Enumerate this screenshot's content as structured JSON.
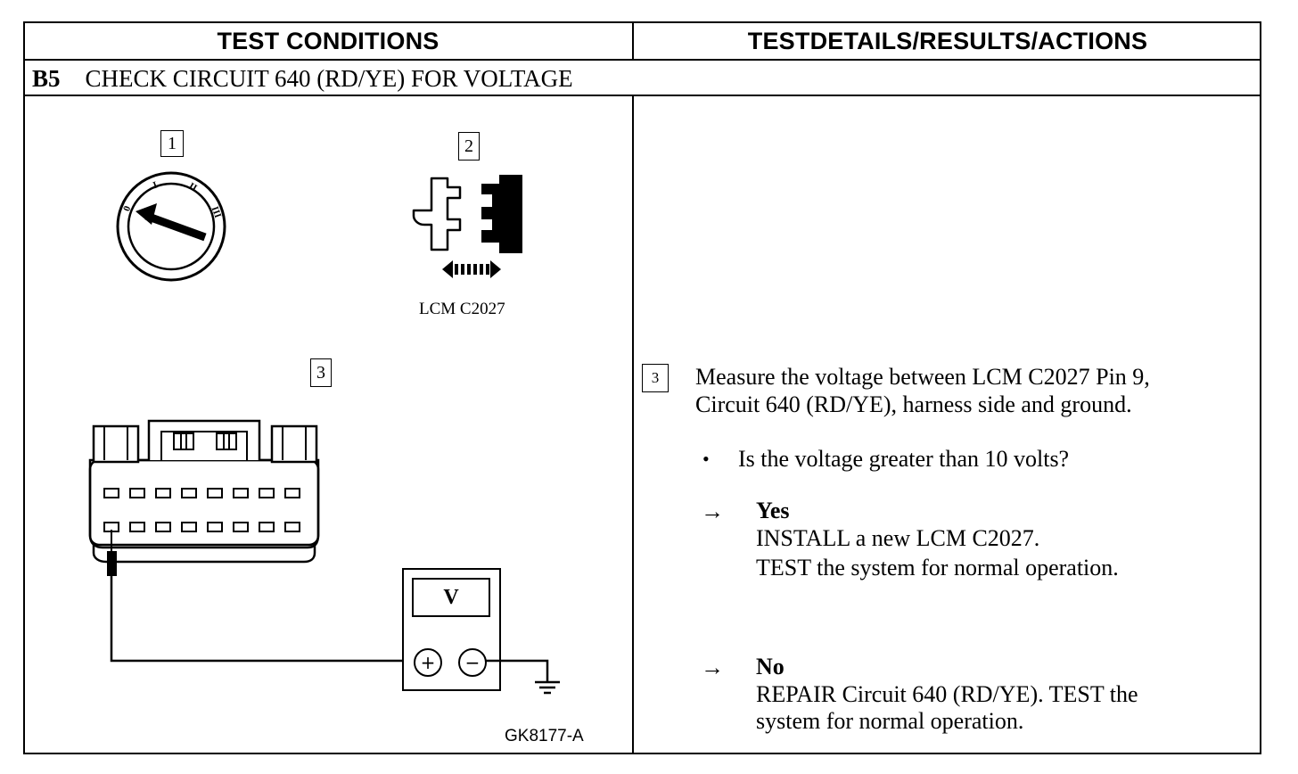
{
  "header": {
    "left": "TEST CONDITIONS",
    "right": "TESTDETAILS/RESULTS/ACTIONS"
  },
  "step": {
    "id": "B5",
    "title": "CHECK CIRCUIT 640 (RD/YE) FOR VOLTAGE"
  },
  "figure": {
    "callouts": [
      "1",
      "2",
      "3"
    ],
    "connector_label": "LCM C2027",
    "meter_symbol": "V",
    "plus_symbol": "+",
    "minus_symbol": "−",
    "figure_id": "GK8177-A",
    "switch_positions": [
      "0",
      "I",
      "II",
      "III"
    ]
  },
  "details": {
    "step_callout": "3",
    "instruction_line1": "Measure the voltage between LCM C2027 Pin 9,",
    "instruction_line2": "Circuit 640 (RD/YE), harness side and ground.",
    "bullet": "•",
    "question": "Is the voltage greater than 10 volts?",
    "arrow": "→",
    "yes": {
      "label": "Yes",
      "line1": "INSTALL a new LCM C2027.",
      "line2": "TEST the system for normal  operation."
    },
    "no": {
      "label": "No",
      "line1": "REPAIR Circuit 640 (RD/YE). TEST the",
      "line2": "system for normal operation."
    }
  }
}
